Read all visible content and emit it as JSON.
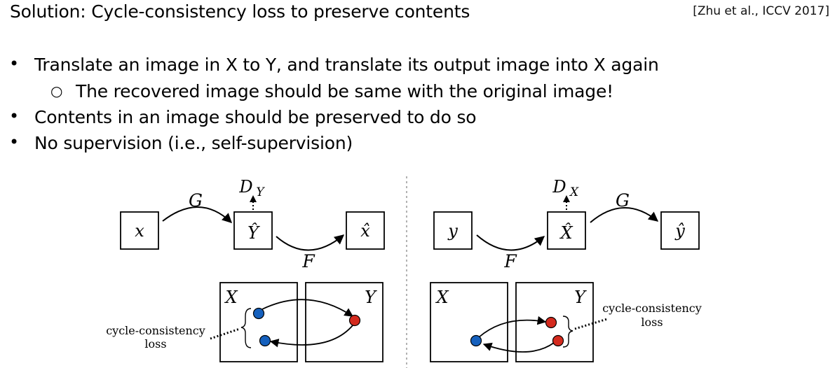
{
  "slide": {
    "title": "Solution: Cycle-consistency loss to preserve contents",
    "citation": "[Zhu et al., ICCV 2017]"
  },
  "bullets": [
    {
      "level": 1,
      "text": "Translate an image in X to Y, and translate its output image into X again"
    },
    {
      "level": 2,
      "text": "The recovered image should be same with the original image!"
    },
    {
      "level": 1,
      "text": "Contents in an image should be preserved to do so"
    },
    {
      "level": 1,
      "text": "No supervision (i.e., self-supervision)"
    }
  ],
  "diagram_left": {
    "node_x": "x",
    "node_yhat": "Ŷ",
    "node_xhat": "x̂",
    "label_G": "G",
    "label_F": "F",
    "label_DY_main": "D",
    "label_DY_sub": "Y",
    "domain_X": "X",
    "domain_Y": "Y",
    "loss_line1": "cycle-consistency",
    "loss_line2": "loss"
  },
  "diagram_right": {
    "node_y": "y",
    "node_xhat": "X̂",
    "node_yhat": "ŷ",
    "label_F": "F",
    "label_G": "G",
    "label_DX_main": "D",
    "label_DX_sub": "X",
    "domain_X": "X",
    "domain_Y": "Y",
    "loss_line1": "cycle-consistency",
    "loss_line2": "loss"
  },
  "colors": {
    "blue_point": "#1560bd",
    "red_point": "#d42a1e"
  }
}
